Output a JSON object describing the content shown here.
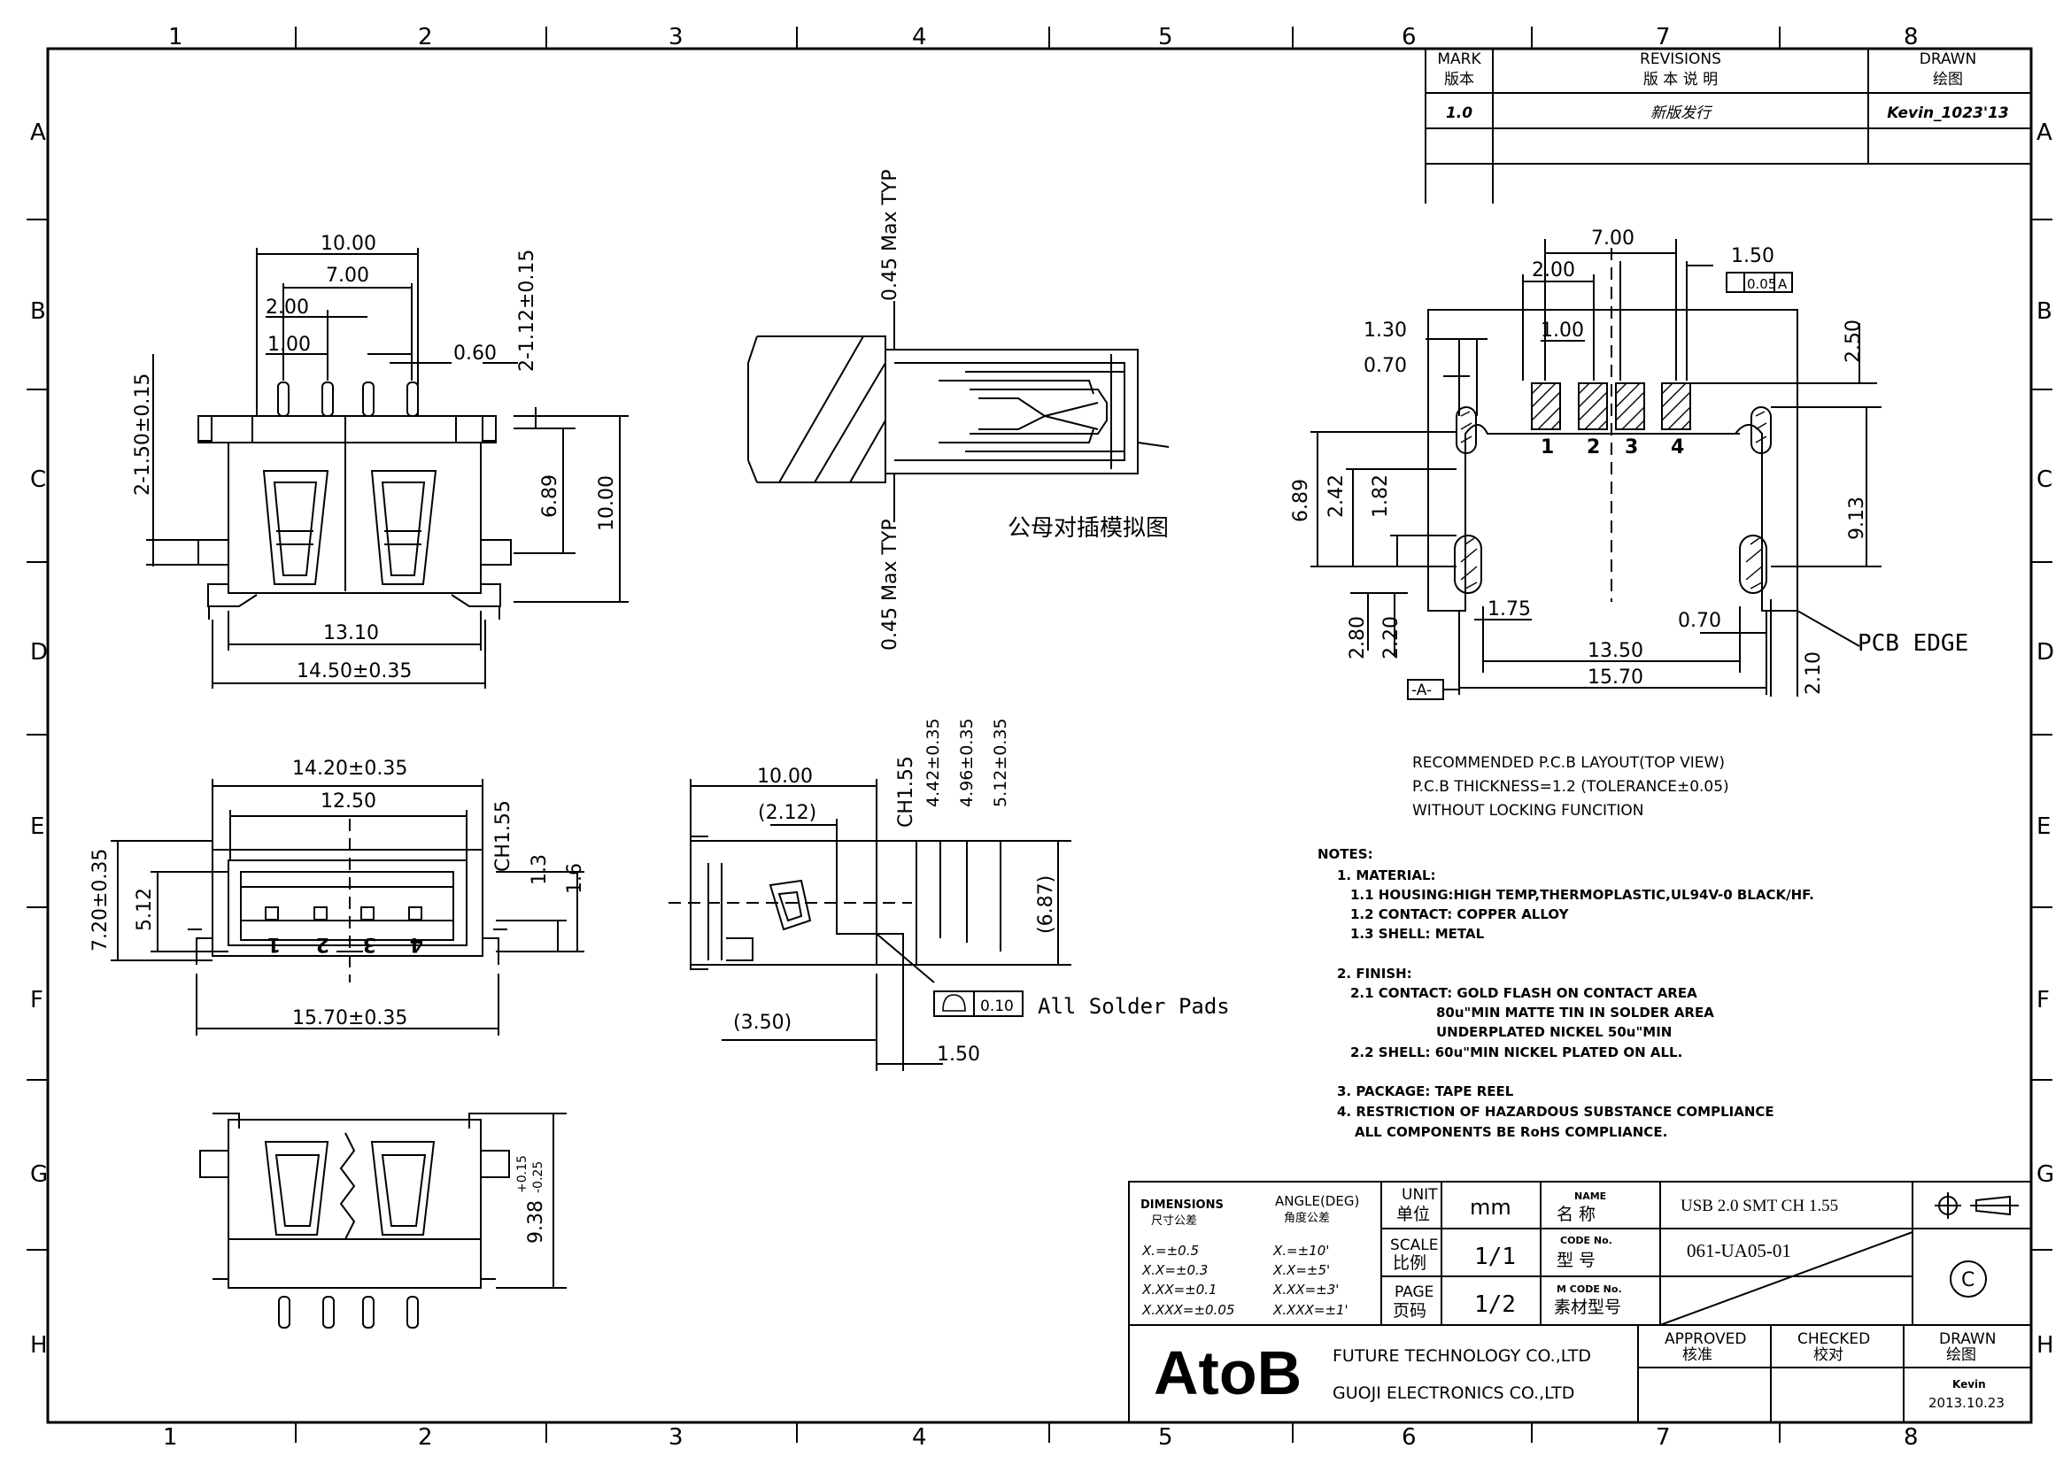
{
  "frame": {
    "columns": [
      "1",
      "2",
      "3",
      "4",
      "5",
      "6",
      "7",
      "8"
    ],
    "rows": [
      "A",
      "B",
      "C",
      "D",
      "E",
      "F",
      "G",
      "H"
    ]
  },
  "revisions": {
    "mark_label": "MARK",
    "mark_label_cn": "版本",
    "revisions_label": "REVISIONS",
    "revisions_label_cn": "版  本  说  明",
    "drawn_label": "DRAWN",
    "drawn_label_cn": "绘图",
    "mark_value": "1.0",
    "description": "新版发行",
    "drawn_value": "Kevin_1023'13"
  },
  "top_view": {
    "dims": [
      "10.00",
      "7.00",
      "2.00",
      "1.00",
      "0.60",
      "2-1.12±0.15",
      "2-1.50±0.15",
      "6.89",
      "10.00",
      "13.10",
      "14.50±0.35"
    ]
  },
  "mating_view": {
    "label": "公母对插模拟图",
    "dim_top": "0.45 Max TYP",
    "dim_bottom": "0.45 Max TYP"
  },
  "pcb_layout": {
    "dims": [
      "7.00",
      "1.50",
      "2.00",
      "1.00",
      "1.30",
      "0.70",
      "2.50",
      "6.89",
      "2.42",
      "1.82",
      "9.13",
      "2.80",
      "2.20",
      "1.75",
      "0.70",
      "13.50",
      "15.70",
      "2.10"
    ],
    "pin_numbers": [
      "1",
      "2",
      "3",
      "4"
    ],
    "flatness": "0.05",
    "flatness_ref": "A",
    "datum": "-A-",
    "pcb_edge": "PCB EDGE",
    "notes": [
      "RECOMMENDED P.C.B LAYOUT(TOP VIEW)",
      "P.C.B THICKNESS=1.2 (TOLERANCE±0.05)",
      "WITHOUT LOCKING FUNCITION"
    ]
  },
  "front_view": {
    "dims": [
      "14.20±0.35",
      "12.50",
      "CH1.55",
      "1.3",
      "1.6",
      "7.20±0.35",
      "5.12",
      "15.70±0.35"
    ],
    "pin_numbers": [
      "1",
      "2",
      "3",
      "4"
    ]
  },
  "side_view": {
    "dims": [
      "10.00",
      "(2.12)",
      "CH1.55",
      "4.42±0.35",
      "4.96±0.35",
      "5.12±0.35",
      "(6.87)",
      "(3.50)",
      "1.50"
    ],
    "flatness_value": "0.10",
    "solder_note": "All Solder Pads"
  },
  "bottom_view": {
    "dim_main": "9.38",
    "dim_plus": "+0.15",
    "dim_minus": "-0.25"
  },
  "notes": {
    "title": "NOTES:",
    "lines": [
      "1. MATERIAL:",
      "1.1 HOUSING:HIGH TEMP,THERMOPLASTIC,UL94V-0 BLACK/HF.",
      "1.2 CONTACT: COPPER ALLOY",
      "1.3 SHELL: METAL",
      "2. FINISH:",
      "2.1 CONTACT: GOLD FLASH ON CONTACT AREA",
      "80u\"MIN MATTE TIN IN SOLDER AREA",
      "UNDERPLATED NICKEL 50u\"MIN",
      "2.2 SHELL:    60u\"MIN NICKEL PLATED ON ALL.",
      "3. PACKAGE: TAPE REEL",
      "4. RESTRICTION OF HAZARDOUS SUBSTANCE COMPLIANCE",
      "ALL COMPONENTS BE RoHS COMPLIANCE."
    ]
  },
  "title_block": {
    "dimensions_label": "DIMENSIONS",
    "dimensions_label_cn": "尺寸公差",
    "angle_label": "ANGLE(DEG)",
    "angle_label_cn": "角度公差",
    "tol_linear": [
      "X.=±0.5",
      "X.X=±0.3",
      "X.XX=±0.1",
      "X.XXX=±0.05"
    ],
    "tol_angle": [
      "X.=±10'",
      "X.X=±5'",
      "X.XX=±3'",
      "X.XXX=±1'"
    ],
    "unit_label": "UNIT",
    "unit_label_cn": "单位",
    "unit_value": "mm",
    "scale_label": "SCALE",
    "scale_label_cn": "比例",
    "scale_value": "1/1",
    "page_label": "PAGE",
    "page_label_cn": "页码",
    "page_value": "1/2",
    "name_label": "NAME",
    "name_label_cn": "名  称",
    "name_value": "USB 2.0 SMT CH 1.55",
    "code_label": "CODE No.",
    "code_label_cn": "型  号",
    "code_value": "061-UA05-01",
    "mcode_label": "M CODE No.",
    "mcode_label_cn": "素材型号",
    "logo": "AtoB",
    "company1": "FUTURE TECHNOLOGY CO.,LTD",
    "company2": "GUOJI ELECTRONICS CO.,LTD",
    "approved_label": "APPROVED",
    "approved_label_cn": "核准",
    "checked_label": "CHECKED",
    "checked_label_cn": "校对",
    "drawn_label": "DRAWN",
    "drawn_label_cn": "绘图",
    "drawn_by": "Kevin",
    "drawn_date": "2013.10.23",
    "copyright": "C"
  }
}
